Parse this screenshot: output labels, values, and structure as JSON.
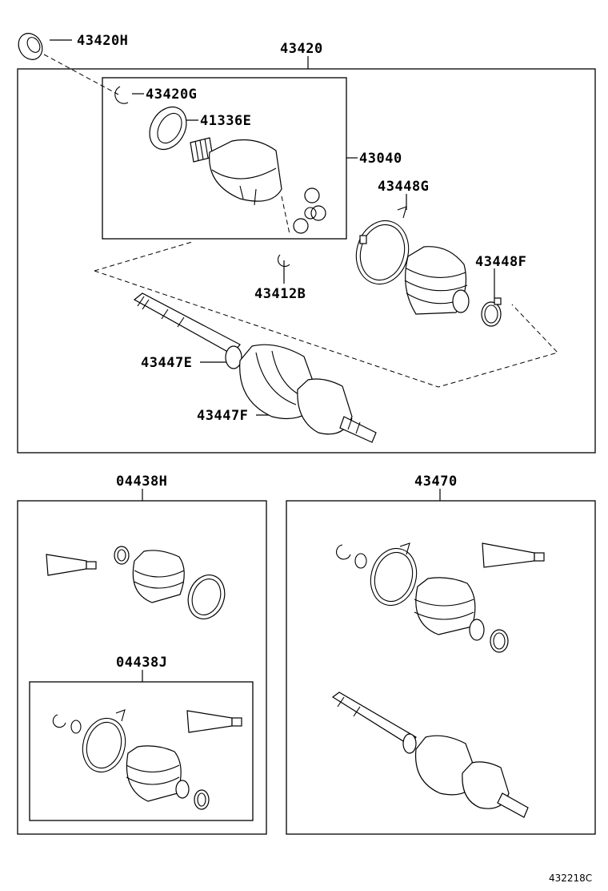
{
  "labels": {
    "p43420H": "43420H",
    "p43420": "43420",
    "p43420G": "43420G",
    "p41336E": "41336E",
    "p43040": "43040",
    "p43448G": "43448G",
    "p43448F": "43448F",
    "p43412B": "43412B",
    "p43447E": "43447E",
    "p43447F": "43447F",
    "p04438H": "04438H",
    "p43470": "43470",
    "p04438J": "04438J"
  },
  "diagram_code": "432218C"
}
